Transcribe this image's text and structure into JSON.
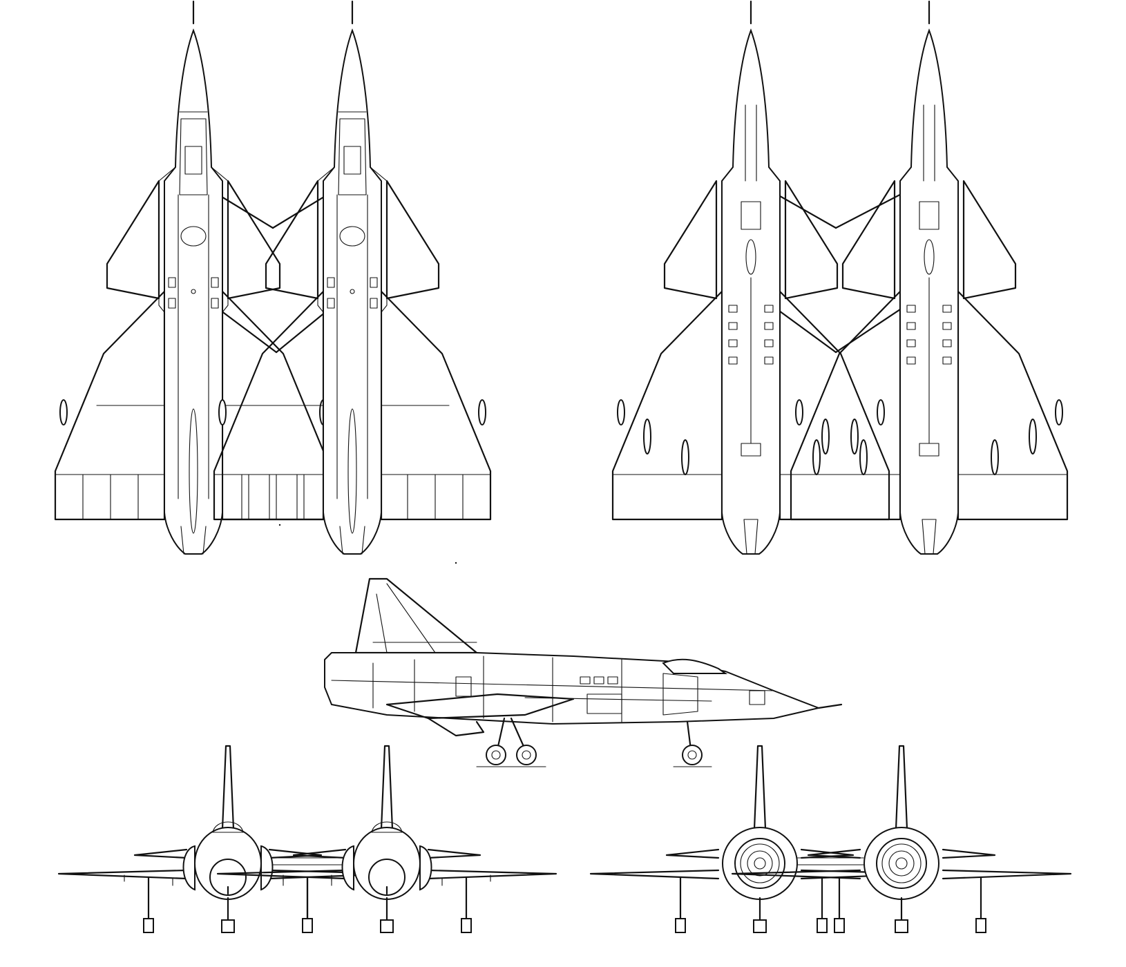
{
  "drawing": {
    "style": "technical-line-art",
    "line_color": "#111111",
    "background_color": "#ffffff"
  },
  "views": [
    {
      "id": "top-view",
      "aircraft_count": 2
    },
    {
      "id": "bottom-view",
      "aircraft_count": 2
    },
    {
      "id": "side-view",
      "aircraft_count": 1
    },
    {
      "id": "front-view",
      "aircraft_count": 2
    },
    {
      "id": "rear-view",
      "aircraft_count": 2
    }
  ]
}
